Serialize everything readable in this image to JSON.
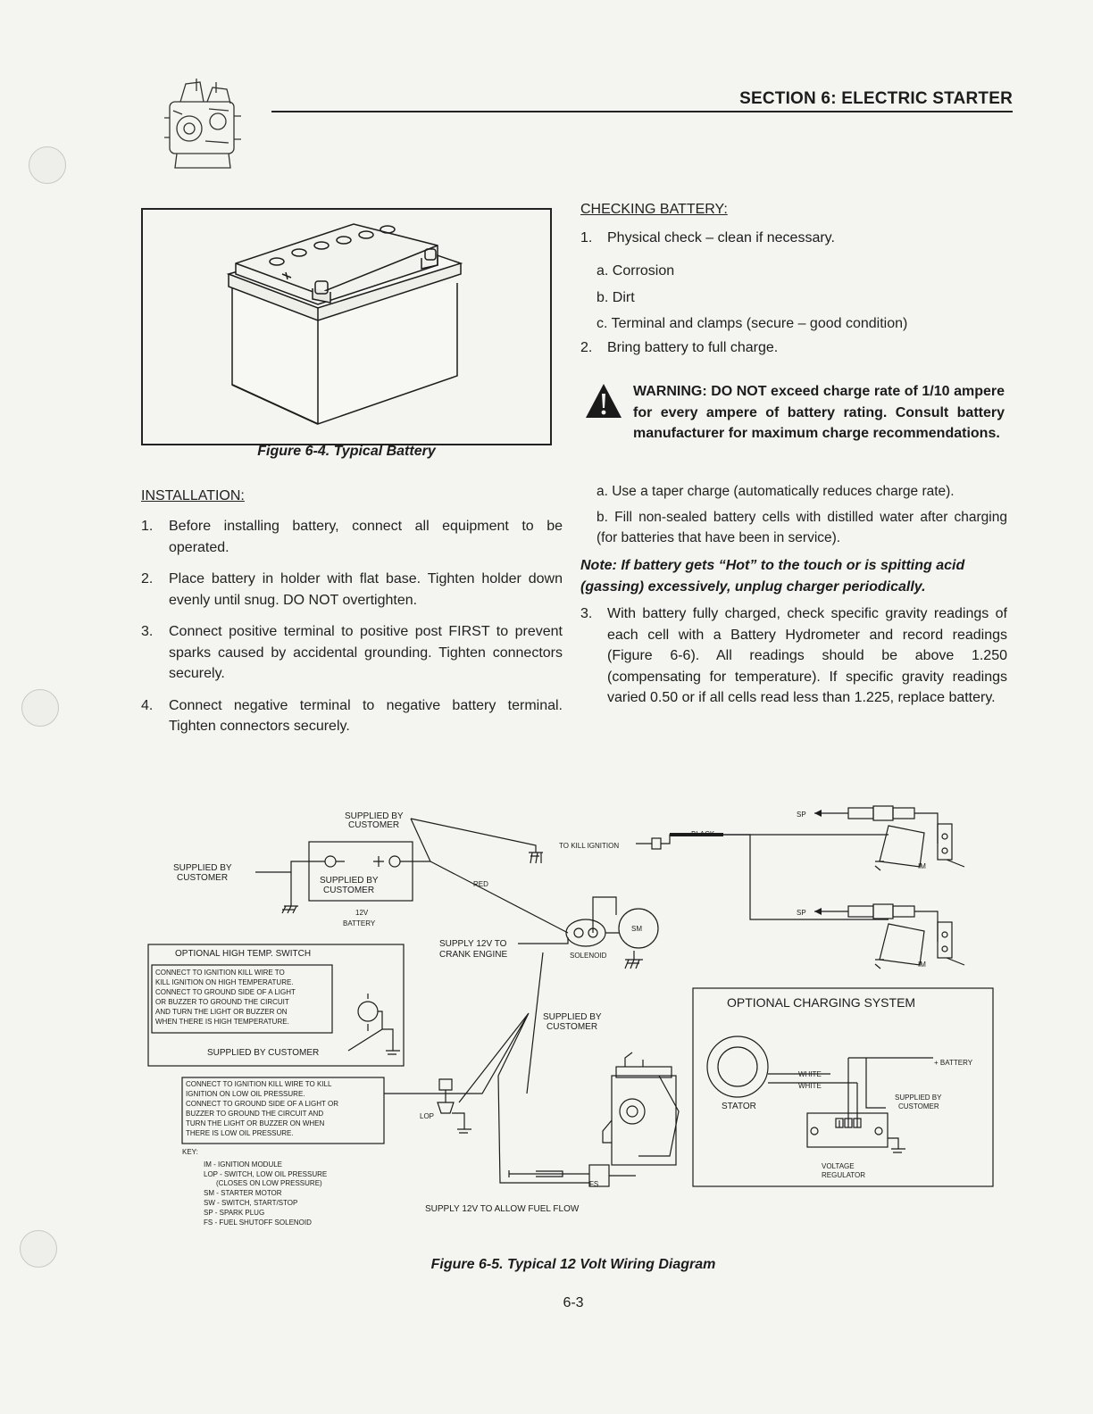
{
  "header": {
    "section_title": "SECTION 6: ELECTRIC STARTER"
  },
  "figure_battery": {
    "caption": "Figure 6-4. Typical Battery"
  },
  "installation": {
    "heading": "INSTALLATION:",
    "items": [
      {
        "num": "1.",
        "text": "Before installing battery, connect all equipment to be operated."
      },
      {
        "num": "2.",
        "text": "Place battery in holder with flat base. Tighten holder down evenly until snug. DO NOT overtighten."
      },
      {
        "num": "3.",
        "text": "Connect positive terminal to positive post FIRST to prevent sparks caused by accidental grounding. Tighten connectors securely."
      },
      {
        "num": "4.",
        "text": "Connect negative terminal to negative battery terminal. Tighten connectors securely."
      }
    ]
  },
  "checking": {
    "heading": "CHECKING BATTERY:",
    "item1": {
      "num": "1.",
      "text": "Physical check – clean if necessary."
    },
    "item1_subs": [
      "a. Corrosion",
      "b. Dirt",
      "c. Terminal and clamps (secure – good condition)"
    ],
    "item2": {
      "num": "2.",
      "text": "Bring battery to full charge."
    },
    "warning": "WARNING: DO NOT exceed charge rate of 1/10 ampere for every ampere of battery rating. Consult battery manufacturer for maximum charge recommendations.",
    "item2_subs": [
      "a. Use a taper charge (automatically reduces charge rate).",
      "b. Fill non-sealed battery cells with distilled water after charging (for batteries that have been in service)."
    ],
    "note": "Note: If battery gets “Hot” to the touch or is spitting acid (gassing) excessively, unplug charger periodically.",
    "item3": {
      "num": "3.",
      "text": "With battery fully charged, check specific gravity readings of each cell with a Battery Hydrometer and record readings (Figure 6-6). All readings should be above 1.250 (compensating for temperature). If specific gravity readings varied 0.50 or if all cells read less than 1.225, replace battery."
    }
  },
  "wiring": {
    "caption": "Figure 6-5. Typical 12 Volt Wiring Diagram",
    "labels": {
      "supplied_by": "SUPPLIED BY",
      "customer": "CUSTOMER",
      "battery_12v": "12V",
      "battery": "BATTERY",
      "to_kill_ignition": "TO KILL IGNITION",
      "black": "BLACK",
      "red": "RED",
      "sp": "SP",
      "im": "IM",
      "sm": "SM",
      "solenoid": "SOLENOID",
      "supply_12v_to": "SUPPLY 12V TO",
      "crank_engine": "CRANK ENGINE",
      "optional_high_temp": "OPTIONAL HIGH TEMP. SWITCH",
      "supplied_by_customer": "SUPPLIED BY CUSTOMER",
      "lop": "LOP",
      "fs": "FS",
      "supply_fuel": "SUPPLY 12V TO ALLOW FUEL FLOW",
      "optional_charging": "OPTIONAL CHARGING SYSTEM",
      "stator": "STATOR",
      "white": "WHITE",
      "plus_battery": "+ BATTERY",
      "voltage": "VOLTAGE",
      "regulator": "REGULATOR",
      "key": "KEY:"
    },
    "high_temp_note": [
      "CONNECT TO IGNITION KILL WIRE TO",
      "KILL IGNITION ON HIGH TEMPERATURE.",
      "CONNECT TO GROUND SIDE OF A LIGHT",
      "OR BUZZER TO GROUND THE CIRCUIT",
      "AND TURN THE LIGHT OR BUZZER ON",
      "WHEN THERE IS HIGH TEMPERATURE."
    ],
    "low_oil_note": [
      "CONNECT TO IGNITION KILL WIRE TO KILL",
      "IGNITION ON LOW OIL PRESSURE.",
      "CONNECT TO GROUND SIDE OF A LIGHT OR",
      "BUZZER TO GROUND THE CIRCUIT AND",
      "TURN THE LIGHT OR BUZZER ON WHEN",
      "THERE IS LOW OIL PRESSURE."
    ],
    "key_items": [
      "IM - IGNITION MODULE",
      "LOP - SWITCH, LOW OIL PRESSURE",
      "(CLOSES ON LOW PRESSURE)",
      "SM - STARTER MOTOR",
      "SW - SWITCH, START/STOP",
      "SP - SPARK PLUG",
      "FS - FUEL SHUTOFF SOLENOID"
    ]
  },
  "footer": {
    "page_number": "6-3"
  }
}
